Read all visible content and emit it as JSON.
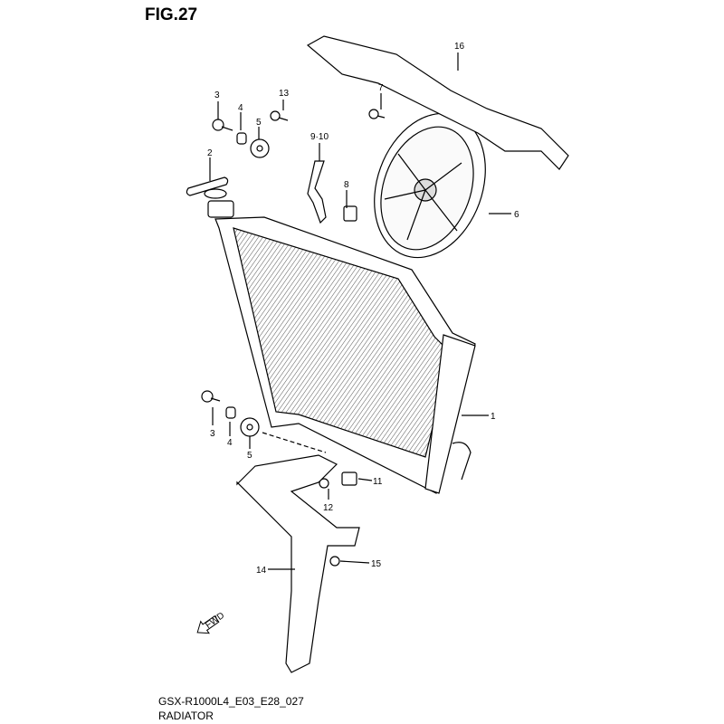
{
  "figure": {
    "title": "FIG.27"
  },
  "footer": {
    "model_code": "GSX-R1000L4_E03_E28_027",
    "section_name": "RADIATOR"
  },
  "fwd_marker": "FWD",
  "callouts": {
    "c1": "1",
    "c2": "2",
    "c3a": "3",
    "c3b": "3",
    "c4a": "4",
    "c4b": "4",
    "c5a": "5",
    "c5b": "5",
    "c6": "6",
    "c7": "7",
    "c8": "8",
    "c910": "9·10",
    "c11": "11",
    "c12": "12",
    "c13": "13",
    "c14": "14",
    "c15": "15",
    "c16": "16"
  }
}
